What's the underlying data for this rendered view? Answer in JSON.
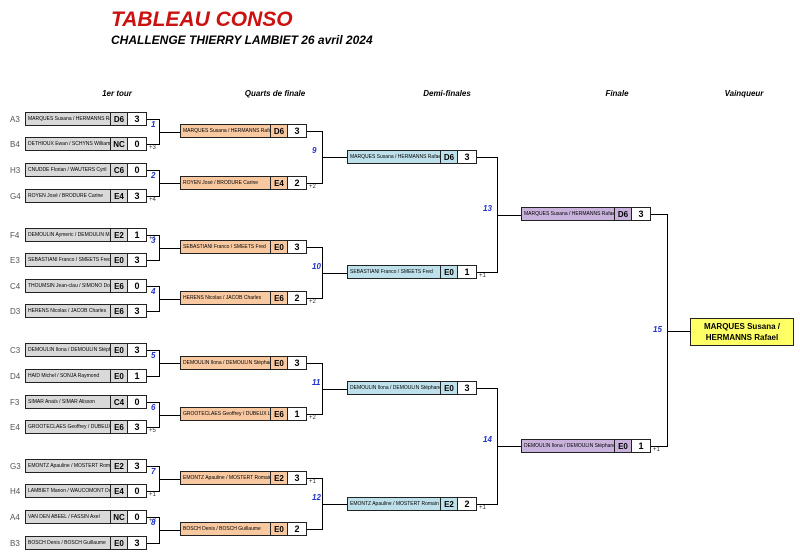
{
  "header": {
    "title": "TABLEAU CONSO",
    "subtitle": "CHALLENGE THIERRY LAMBIET 26 avril 2024"
  },
  "columns": [
    "1er tour",
    "Quarts de finale",
    "Demi-finales",
    "Finale",
    "Vainqueur"
  ],
  "round1": [
    {
      "seed": "A3",
      "name": "MARQUES Susana / HERMANNS Rafael",
      "rank": "D6",
      "score": "3"
    },
    {
      "seed": "B4",
      "name": "DETHIOUX Ewan / SCHYNS William",
      "rank": "NC",
      "score": "0",
      "bonus": "+3"
    },
    {
      "seed": "H3",
      "name": "CNUDDE Florian / WAUTERS Cyril",
      "rank": "C6",
      "score": "0"
    },
    {
      "seed": "G4",
      "name": "ROYEN José / BRODURE Carine",
      "rank": "E4",
      "score": "3",
      "bonus": "+4"
    },
    {
      "seed": "F4",
      "name": "DEMOULIN Aymeric / DEMOULIN Magali",
      "rank": "E2",
      "score": "1",
      "bonus": "+1"
    },
    {
      "seed": "E3",
      "name": "SEBASTIANI Franco / SMEETS Fred",
      "rank": "E0",
      "score": "3"
    },
    {
      "seed": "C4",
      "name": "THOUMSIN Jean-clau / SIMONO Dominico",
      "rank": "E6",
      "score": "0"
    },
    {
      "seed": "D3",
      "name": "HERENS Nicolas / JACOB Charles",
      "rank": "E6",
      "score": "3"
    },
    {
      "seed": "C3",
      "name": "DEMOULIN Ilona / DEMOULIN Stéphane",
      "rank": "E0",
      "score": "3"
    },
    {
      "seed": "D4",
      "name": "HAID Michel / SONJA Raymond",
      "rank": "E0",
      "score": "1"
    },
    {
      "seed": "F3",
      "name": "SIMAR Anaïs / SIMAR Alisson",
      "rank": "C4",
      "score": "0"
    },
    {
      "seed": "E4",
      "name": "GROOTECLAES Geoffrey / DUBEUX Laurent",
      "rank": "E6",
      "score": "3",
      "bonus": "+5"
    },
    {
      "seed": "G3",
      "name": "EMONTZ Apauline / MOSTERT Romain",
      "rank": "E2",
      "score": "3"
    },
    {
      "seed": "H4",
      "name": "LAMBIET Manon / WAUCOMONT Dominique",
      "rank": "E4",
      "score": "0",
      "bonus": "+1"
    },
    {
      "seed": "A4",
      "name": "VAN DEN ABEEL / FASSIN Axel",
      "rank": "NC",
      "score": "0",
      "bonus": "+3"
    },
    {
      "seed": "B3",
      "name": "BOSCH Denis / BOSCH Guillaume",
      "rank": "E0",
      "score": "3"
    }
  ],
  "quarters": [
    {
      "name": "MARQUES Susana / HERMANNS Rafael",
      "rank": "D6",
      "score": "3"
    },
    {
      "name": "ROYEN José / BRODURE Carine",
      "rank": "E4",
      "score": "2",
      "bonus": "+2"
    },
    {
      "name": "SEBASTIANI Franco / SMEETS Fred",
      "rank": "E0",
      "score": "3"
    },
    {
      "name": "HERENS Nicolas / JACOB Charles",
      "rank": "E6",
      "score": "2",
      "bonus": "+2"
    },
    {
      "name": "DEMOULIN Ilona / DEMOULIN Stéphane",
      "rank": "E0",
      "score": "3"
    },
    {
      "name": "GROOTECLAES Geoffrey / DUBEUX Laurent",
      "rank": "E6",
      "score": "1",
      "bonus": "+2"
    },
    {
      "name": "EMONTZ Apauline / MOSTERT Romain",
      "rank": "E2",
      "score": "3",
      "bonus": "+1"
    },
    {
      "name": "BOSCH Denis / BOSCH Guillaume",
      "rank": "E0",
      "score": "2"
    }
  ],
  "semis": [
    {
      "name": "MARQUES Susana / HERMANNS Rafael",
      "rank": "D6",
      "score": "3"
    },
    {
      "name": "SEBASTIANI Franco / SMEETS Fred",
      "rank": "E0",
      "score": "1",
      "bonus": "+1"
    },
    {
      "name": "DEMOULIN Ilona / DEMOULIN Stéphane",
      "rank": "E0",
      "score": "3"
    },
    {
      "name": "EMONTZ Apauline / MOSTERT Romain",
      "rank": "E2",
      "score": "2",
      "bonus": "+1"
    }
  ],
  "final": [
    {
      "name": "MARQUES Susana / HERMANNS Rafael",
      "rank": "D6",
      "score": "3"
    },
    {
      "name": "DEMOULIN Ilona / DEMOULIN Stéphane",
      "rank": "E0",
      "score": "1",
      "bonus": "+1"
    }
  ],
  "winner": {
    "line1": "MARQUES Susana /",
    "line2": "HERMANNS Rafael"
  },
  "match_numbers": [
    "1",
    "2",
    "3",
    "4",
    "5",
    "6",
    "7",
    "8",
    "9",
    "10",
    "11",
    "12",
    "13",
    "14",
    "15"
  ]
}
